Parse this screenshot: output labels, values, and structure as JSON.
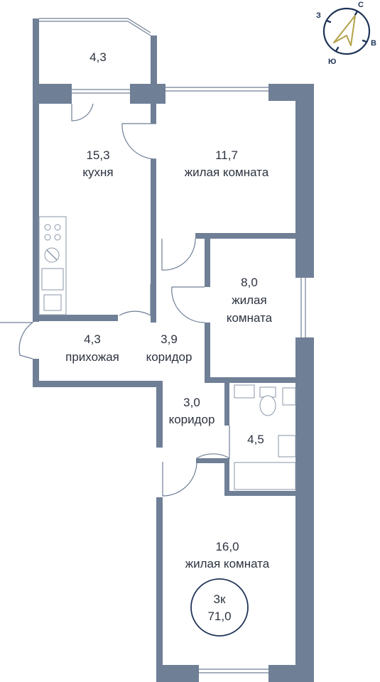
{
  "rooms": [
    {
      "id": "balcony",
      "area": "4,3",
      "name": ""
    },
    {
      "id": "kitchen",
      "area": "15,3",
      "name": "кухня"
    },
    {
      "id": "living-1",
      "area": "11,7",
      "name": "жилая комната"
    },
    {
      "id": "living-2",
      "area": "8,0",
      "name_line1": "жилая",
      "name_line2": "комната"
    },
    {
      "id": "hallway",
      "area": "4,3",
      "name": "прихожая"
    },
    {
      "id": "corridor-1",
      "area": "3,9",
      "name": "коридор"
    },
    {
      "id": "corridor-2",
      "area": "3,0",
      "name": "коридор"
    },
    {
      "id": "bathroom",
      "area": "4,5",
      "name": ""
    },
    {
      "id": "living-3",
      "area": "16,0",
      "name": "жилая комната"
    }
  ],
  "summary": {
    "rooms_label": "3к",
    "total_area": "71,0"
  },
  "compass": {
    "north": "С",
    "east": "В",
    "south": "Ю",
    "west": "З"
  },
  "colors": {
    "wall": "#6f7f96",
    "compass": "#1f3457",
    "arrow": "#b3a14a"
  }
}
